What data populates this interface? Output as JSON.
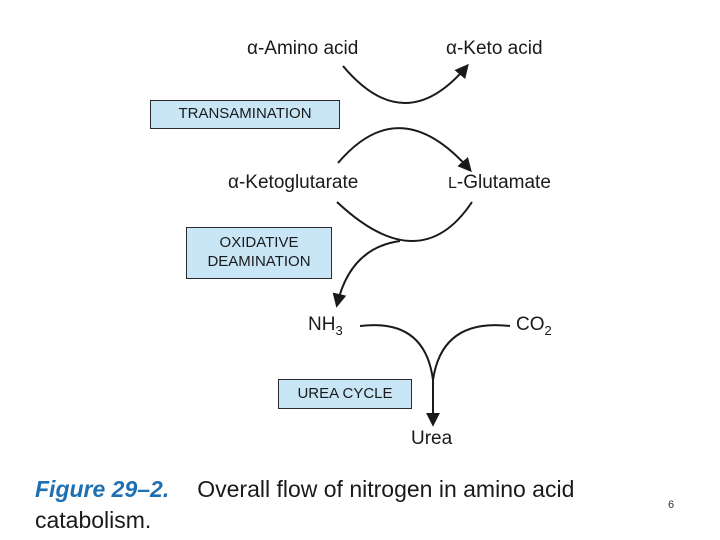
{
  "diagram": {
    "labels": {
      "alpha_amino_acid": "α-Amino acid",
      "alpha_keto_acid": "α-Keto acid",
      "alpha_ketoglutarate": "α-Ketoglutarate",
      "l_glutamate_prefix": "L",
      "l_glutamate_rest": "-Glutamate",
      "nh3_base": "NH",
      "nh3_sub": "3",
      "co2_base": "CO",
      "co2_sub": "2",
      "urea": "Urea"
    },
    "boxes": {
      "transamination": "TRANSAMINATION",
      "oxidative_deamination_line1": "OXIDATIVE",
      "oxidative_deamination_line2": "DEAMINATION",
      "urea_cycle": "UREA CYCLE"
    },
    "colors": {
      "box_fill": "#c9e6f7",
      "figure_number": "#1f6fb3",
      "text": "#1a1a1a"
    }
  },
  "caption": {
    "figure_number": "Figure 29–2.",
    "text": "Overall flow of nitrogen in amino acid catabolism."
  },
  "page_number": "6"
}
